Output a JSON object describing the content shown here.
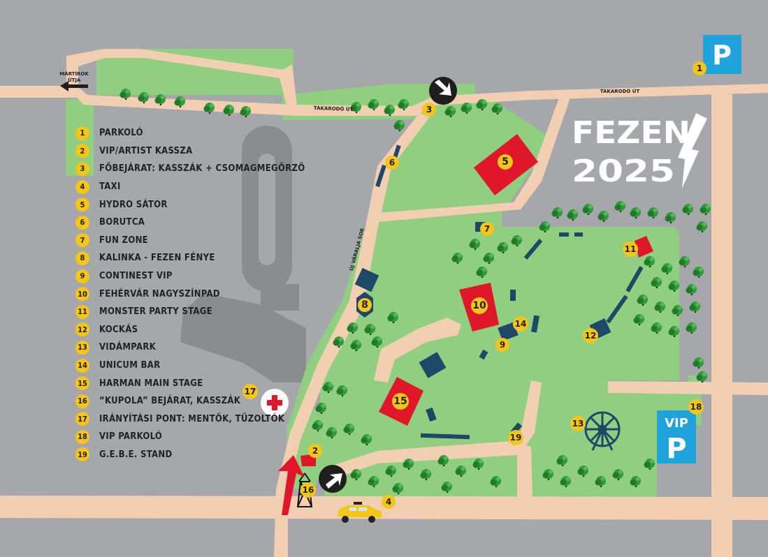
{
  "logo": {
    "line1": "FEZEN",
    "line2": "2025"
  },
  "roads": {
    "martirok_line1": "MÁRTÍROK",
    "martirok_line2": "ÚTJA",
    "takarodo_left": "TAKARODÓ ÚT",
    "takarodo_right": "TAKARODÓ ÚT",
    "ujvaralja": "ÚJ VÁRALJA SOR"
  },
  "parking": {
    "letter": "P",
    "vip_label": "VIP"
  },
  "legend": [
    {
      "num": "1",
      "label": "PARKOLÓ"
    },
    {
      "num": "2",
      "label": "VIP/ARTIST KASSZA"
    },
    {
      "num": "3",
      "label": "FŐBEJÁRAT: KASSZÁK + CSOMAGMEGŐRZŐ"
    },
    {
      "num": "4",
      "label": "TAXI"
    },
    {
      "num": "5",
      "label": "HYDRO SÁTOR"
    },
    {
      "num": "6",
      "label": "BORUTCA"
    },
    {
      "num": "7",
      "label": "FUN ZONE"
    },
    {
      "num": "8",
      "label": "KALINKA - FEZEN FÉNYE"
    },
    {
      "num": "9",
      "label": "CONTINEST VIP"
    },
    {
      "num": "10",
      "label": "FEHÉRVÁR NAGYSZÍNPAD"
    },
    {
      "num": "11",
      "label": "MONSTER PARTY STAGE"
    },
    {
      "num": "12",
      "label": "KOCKÁS"
    },
    {
      "num": "13",
      "label": "VIDÁMPARK"
    },
    {
      "num": "14",
      "label": "UNICUM BAR"
    },
    {
      "num": "15",
      "label": "HARMAN MAIN STAGE"
    },
    {
      "num": "16",
      "label": "“KUPOLA” BEJÁRAT, KASSZÁK"
    },
    {
      "num": "17",
      "label": "IRÁNYÍTÁSI PONT: MENTŐK, TŰZOLTÓK"
    },
    {
      "num": "18",
      "label": "VIP PARKOLÓ"
    },
    {
      "num": "19",
      "label": "G.E.B.E. STAND"
    }
  ],
  "markers": {
    "m1": "1",
    "m2": "2",
    "m3": "3",
    "m4": "4",
    "m5": "5",
    "m6": "6",
    "m7": "7",
    "m8": "8",
    "m9": "9",
    "m10": "10",
    "m11": "11",
    "m12": "12",
    "m13": "13",
    "m14": "14",
    "m15": "15",
    "m16": "16",
    "m17": "17",
    "m18": "18",
    "m19": "19"
  },
  "colors": {
    "background": "#a5a7aa",
    "grass": "#90cf7f",
    "road": "#f2cfb3",
    "stage": "#e0162b",
    "tent": "#1f4767",
    "badge": "#f5c518",
    "parking": "#1fa3dc",
    "tree": "#2f9a38"
  }
}
